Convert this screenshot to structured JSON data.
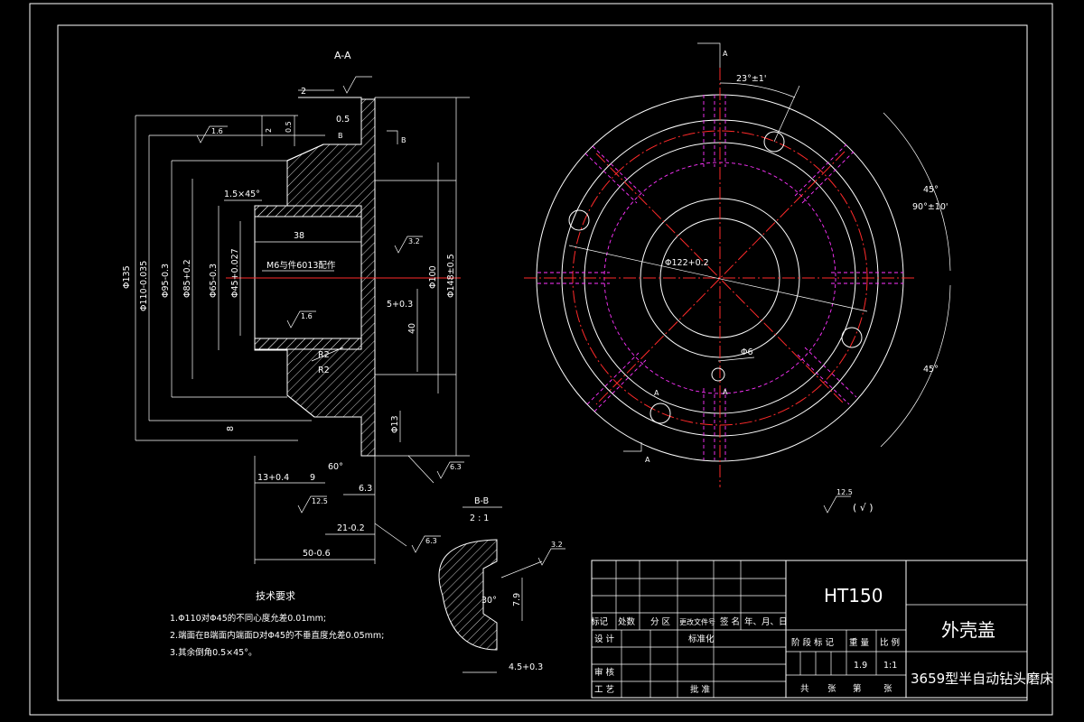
{
  "section_views": {
    "aa_title": "A-A",
    "bb_title": "B-B",
    "bb_scale": "2 : 1",
    "section_mark_b": "B",
    "section_mark_a": "A"
  },
  "dims_section": {
    "d135": "Φ135",
    "d110": "Φ110-0.035",
    "d95": "Φ95-0.3",
    "d85": "Φ85+0.2",
    "d65": "Φ65-0.3",
    "d45": "Φ45+0.027",
    "d100": "Φ100",
    "d148": "Φ148±0.5",
    "w2": "2",
    "w05": "0.5",
    "v2": "2",
    "v05": "0.5",
    "chamfer": "1.5×45°",
    "len38": "38",
    "note_m6": "M6与件6013配作",
    "d5": "5+0.3",
    "h40": "40",
    "r2a": "R2",
    "r2b": "R2",
    "h8": "8",
    "d13": "Φ13",
    "l13": "13+0.4",
    "l9": "9",
    "ang60": "60°",
    "l63": "6.3",
    "l21": "21-0.2",
    "l50": "50-0.6",
    "rough_a": "1.6",
    "rough_b": "1.6",
    "rough_c": "3.2",
    "rough_d": "6.3",
    "rough_e": "12.5",
    "rough_f": "6.3"
  },
  "dims_plan": {
    "ang23": "23°±1'",
    "ang90": "90°±10'",
    "ang45a": "45°",
    "ang45b": "45°",
    "d122": "Φ122+0.2",
    "d6": "Φ6"
  },
  "dims_detail": {
    "ang30": "30°",
    "h79": "7.9",
    "w45": "4.5+0.3",
    "rough": "3.2"
  },
  "roughness_general": {
    "value": "12.5",
    "suffix": "( √ )"
  },
  "tech_requirements": {
    "heading": "技术要求",
    "items": [
      "1.Φ110对Φ45的不同心度允差0.01mm;",
      "2.端面在B端面内端面D对Φ45的不垂直度允差0.05mm;",
      "3.其余倒角0.5×45°。"
    ]
  },
  "title_block": {
    "material": "HT150",
    "part_name": "外壳盖",
    "machine_name": "3659型半自动钻头磨床",
    "label_mark": "标记",
    "label_count": "处数",
    "label_zone": "分 区",
    "label_docno": "更改文件号",
    "label_sign": "签 名",
    "label_date": "年、月、日",
    "label_design": "设 计",
    "label_standard": "标准化",
    "label_review": "审 核",
    "label_process": "工 艺",
    "label_approve": "批 准",
    "label_stage": "阶 段 标 记",
    "label_weight": "重 量",
    "label_ratio": "比 例",
    "weight_value": "1.9",
    "ratio_value": "1:1",
    "sheets_total": "共",
    "sheets_unit": "张",
    "sheet_no": "第",
    "sheet_unit2": "张"
  }
}
